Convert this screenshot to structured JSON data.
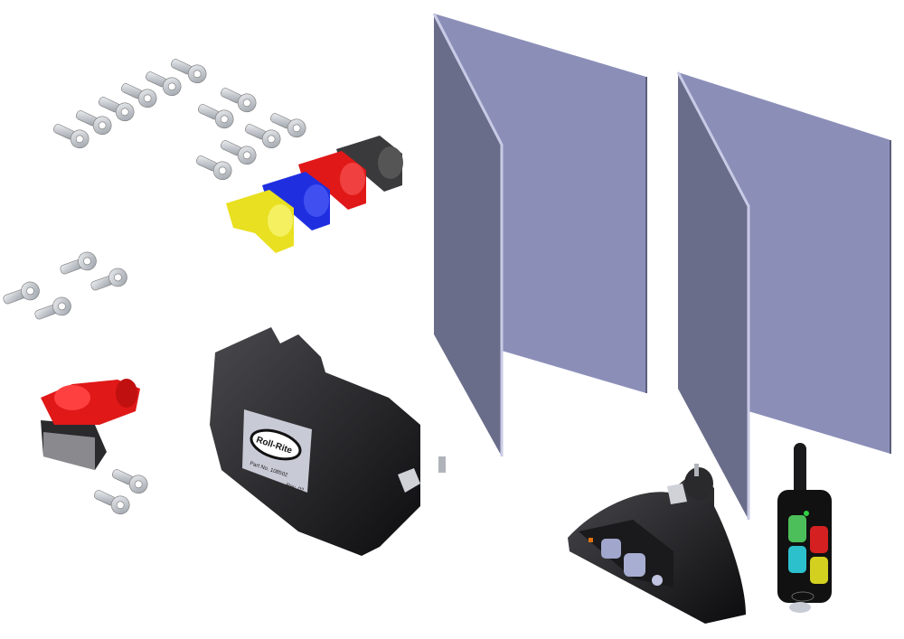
{
  "logo_text": "Roll-Rite",
  "label": {
    "part_no": "Part No. 108502",
    "rev": "Rev. 02"
  },
  "colors": {
    "panel_face": "#8b8fb8",
    "panel_side": "#6a6d8a",
    "panel_edge": "#c9cbe6",
    "housing": "#1c1c1e",
    "lug": "#c9ccd2",
    "boot_yellow": "#e8e020",
    "boot_blue": "#1f2fe0",
    "boot_red": "#e01818",
    "boot_black": "#3a3a3c",
    "remote_green": "#4cbf5a",
    "remote_red": "#d42020",
    "remote_cyan": "#2cc0cc",
    "remote_yellow": "#d4d020"
  }
}
